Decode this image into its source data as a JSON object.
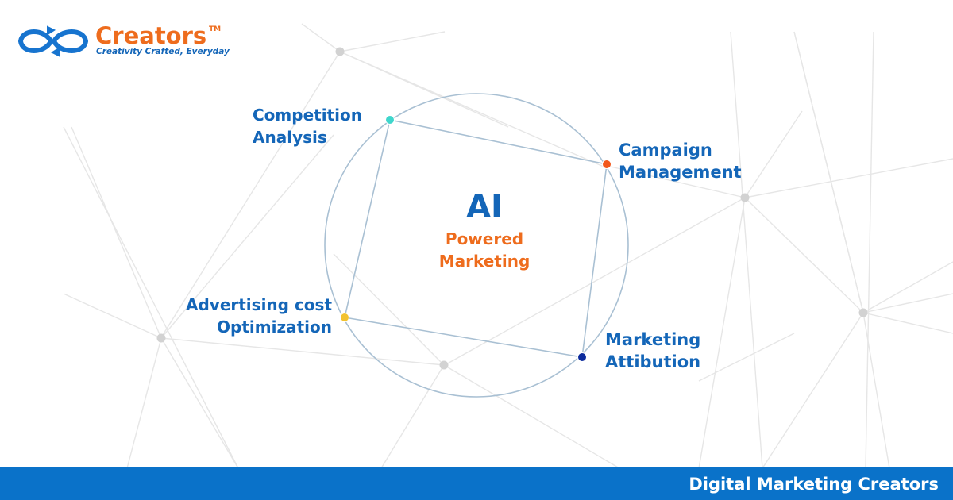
{
  "brand": {
    "name": "Creators",
    "trademark": "TM",
    "tagline": "Creativity Crafted, Everyday",
    "name_color": "#ee6c1d",
    "tagline_color": "#1466b8",
    "logo_icon": "infinity-arrows-icon",
    "logo_color": "#1774cf"
  },
  "diagram": {
    "center_title": "AI",
    "center_subtitle_line1": "Powered",
    "center_subtitle_line2": "Marketing",
    "center_title_color": "#1466b8",
    "center_subtitle_color": "#ee6c1d",
    "label_color": "#1466b8",
    "circle_color": "#a9c0d3",
    "nodes": [
      {
        "id": "competition",
        "line1": "Competition",
        "line2": "Analysis",
        "dot_color": "#3fd6cc"
      },
      {
        "id": "campaign",
        "line1": "Campaign",
        "line2": "Management",
        "dot_color": "#f2581c"
      },
      {
        "id": "attribution",
        "line1": "Marketing",
        "line2": "Attibution",
        "dot_color": "#0c2b9c"
      },
      {
        "id": "advertising",
        "line1": "Advertising cost",
        "line2": "Optimization",
        "dot_color": "#f2c230"
      }
    ],
    "background_network_color": "#e6e6e6"
  },
  "footer": {
    "text": "Digital Marketing Creators",
    "background_color": "#0a72c9"
  }
}
